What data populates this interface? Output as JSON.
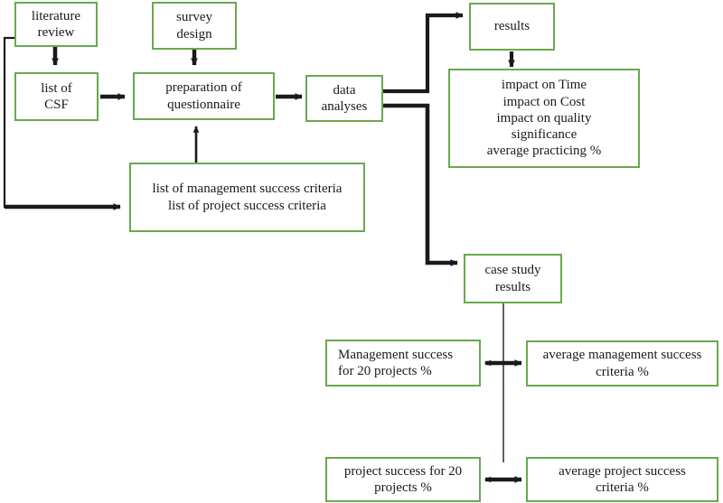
{
  "diagram": {
    "title": "Research methodology flowchart",
    "box_border_color": "#6aa84f",
    "line_color": "#1a1a1a",
    "background": "#ffffff"
  },
  "nodes": [
    {
      "id": "literature-review",
      "label": "literature\nreview"
    },
    {
      "id": "survey-design",
      "label": "survey\ndesign"
    },
    {
      "id": "list-of-csf",
      "label": "list of\nCSF"
    },
    {
      "id": "preparation-questionnaire",
      "label": "preparation of\nquestionnaire"
    },
    {
      "id": "data-analyses",
      "label": "data\nanalyses"
    },
    {
      "id": "results",
      "label": "results"
    },
    {
      "id": "impacts",
      "label": "impact on Time\nimpact on Cost\nimpact on quality\nsignificance\naverage practicing %"
    },
    {
      "id": "success-criteria-lists",
      "label": "list of management success criteria\nlist of project success criteria"
    },
    {
      "id": "case-study-results",
      "label": "case study\nresults"
    },
    {
      "id": "management-success-20",
      "label": "Management success\nfor 20 projects %"
    },
    {
      "id": "avg-management-criteria",
      "label": "average management success\ncriteria %"
    },
    {
      "id": "project-success-20",
      "label": "project success for 20\nprojects %"
    },
    {
      "id": "avg-project-criteria",
      "label": "average project success\ncriteria %"
    }
  ],
  "edges": [
    {
      "id": "lit-to-csf",
      "from": "literature-review",
      "to": "list-of-csf",
      "style": "arrow-down-thick"
    },
    {
      "id": "survey-to-prep",
      "from": "survey-design",
      "to": "preparation-questionnaire",
      "style": "arrow-down-thick"
    },
    {
      "id": "csf-to-prep",
      "from": "list-of-csf",
      "to": "preparation-questionnaire",
      "style": "arrow-right-thick"
    },
    {
      "id": "prep-to-data",
      "from": "preparation-questionnaire",
      "to": "data-analyses",
      "style": "arrow-right-thick"
    },
    {
      "id": "criteria-up-to-prep",
      "from": "success-criteria-lists",
      "to": "preparation-questionnaire",
      "style": "arrow-up-thin"
    },
    {
      "id": "lit-loop-to-criteria",
      "from": "literature-review",
      "to": "success-criteria-lists",
      "style": "elbow-arrow-left-loop"
    },
    {
      "id": "data-to-results",
      "from": "data-analyses",
      "to": "results",
      "style": "elbow-arrow-up-right"
    },
    {
      "id": "results-to-impacts",
      "from": "results",
      "to": "impacts",
      "style": "arrow-down-thick"
    },
    {
      "id": "data-to-case-study",
      "from": "data-analyses",
      "to": "case-study-results",
      "style": "elbow-arrow-down-right"
    },
    {
      "id": "case-study-spine",
      "from": "case-study-results",
      "to": "project-success-20",
      "style": "vertical-thin-spine"
    },
    {
      "id": "mgmt-compare",
      "from": "management-success-20",
      "to": "avg-management-criteria",
      "style": "double-arrow-horizontal"
    },
    {
      "id": "proj-compare",
      "from": "project-success-20",
      "to": "avg-project-criteria",
      "style": "double-arrow-horizontal"
    }
  ]
}
